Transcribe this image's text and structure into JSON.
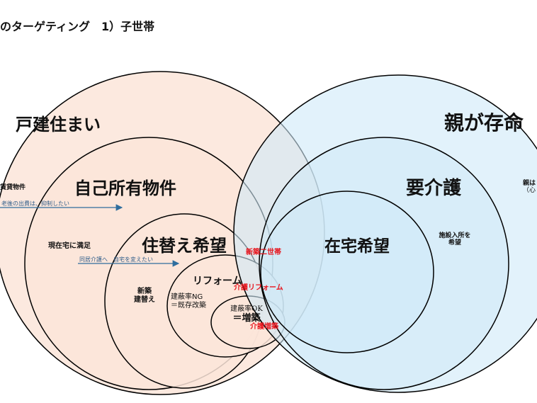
{
  "title": "のターゲティング　1）子世帯",
  "colors": {
    "left_fill": "#fbe5d9",
    "right_fill": "#d8eef9",
    "outline": "#000000",
    "arrow": "#2f6e9e",
    "highlight": "#e8141c"
  },
  "left": {
    "outer": "戸建住まい",
    "own": "自己所有物件",
    "rebuild": "住替え希望",
    "reform": "リフォーム",
    "expand_line1": "建蔽率OK",
    "expand_line2": "＝増築"
  },
  "right": {
    "outer": "親が存命",
    "care": "要介護",
    "home": "在宅希望",
    "edge_line1": "親は",
    "edge_line2": "（心"
  },
  "notes": {
    "rental": "賃貸物件",
    "rental_arrow": "老後の出費は、抑制したい",
    "satisfied": "現在宅に満足",
    "satisfied_arrow": "同居介護へ　自宅を変えたい",
    "newbuild_line1": "新築",
    "newbuild_line2": "建替え",
    "ng_line1": "建蔽率NG",
    "ng_line2": "＝既存改築",
    "facility_line1": "施設入所を",
    "facility_line2": "希望"
  },
  "overlaps": {
    "two_gen": "新築二世帯",
    "care_reform": "介護リフォーム",
    "care_expand": "介護増築"
  }
}
